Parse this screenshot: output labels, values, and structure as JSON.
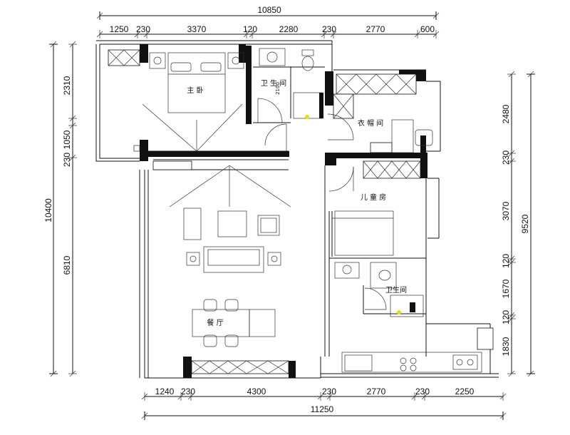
{
  "dimensions": {
    "top_total": "10850",
    "top": [
      "1250",
      "230",
      "3370",
      "120",
      "2280",
      "230",
      "2770",
      "600"
    ],
    "bottom": [
      "1240",
      "230",
      "4300",
      "230",
      "2770",
      "230",
      "2250"
    ],
    "bottom_total": "11250",
    "left_total": "10400",
    "left": [
      "2310",
      "230",
      "1050",
      "6810"
    ],
    "right": [
      "2480",
      "230",
      "3070",
      "120",
      "1670",
      "120",
      "1830"
    ],
    "right_total": "9520"
  },
  "rooms": {
    "master_bedroom": "主 卧",
    "bathroom_top": "卫 生 间",
    "wardrobe": "衣 帽 间",
    "kids_room": "儿 童 房",
    "bathroom_bottom": "卫生间",
    "dining": "餐 厅"
  },
  "notes": {
    "bathroom_top_vertical": "2100"
  }
}
